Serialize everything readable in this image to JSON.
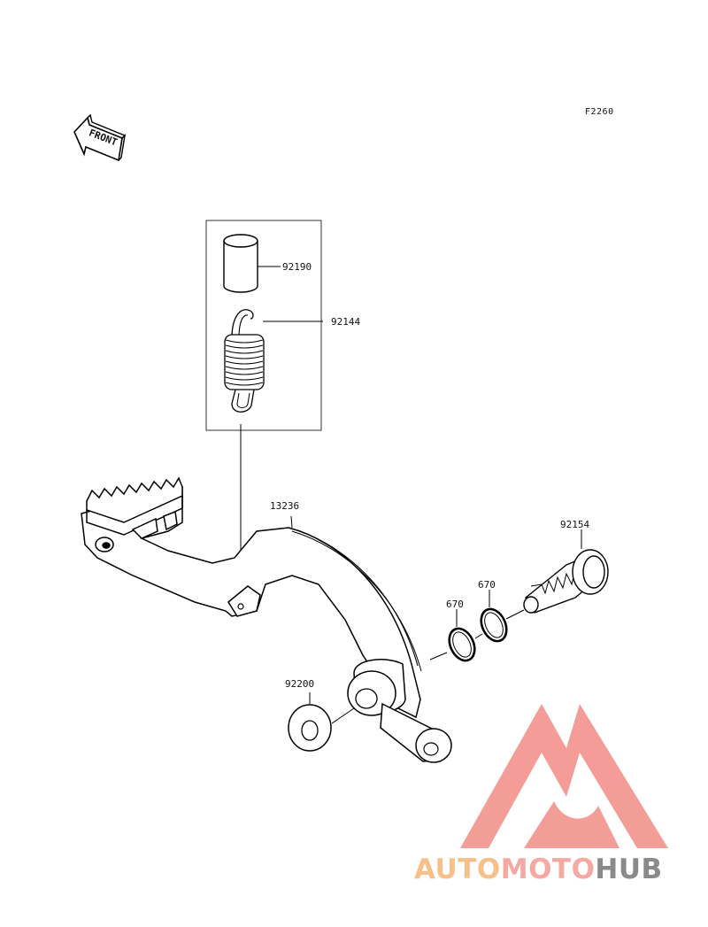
{
  "diagram_code": "F2260",
  "front_label": "FRONT",
  "parts": {
    "p92190": "92190",
    "p92144": "92144",
    "p13236": "13236",
    "p92154": "92154",
    "p670a": "670",
    "p670b": "670",
    "p92200": "92200"
  },
  "watermark": {
    "part1": "AUTO",
    "part2": "MOTO",
    "part3": "HUB",
    "colors": {
      "auto": "#f5c08a",
      "moto": "#f4a9a3",
      "hub": "#8a8a8a",
      "logo": "#f28c86"
    }
  }
}
